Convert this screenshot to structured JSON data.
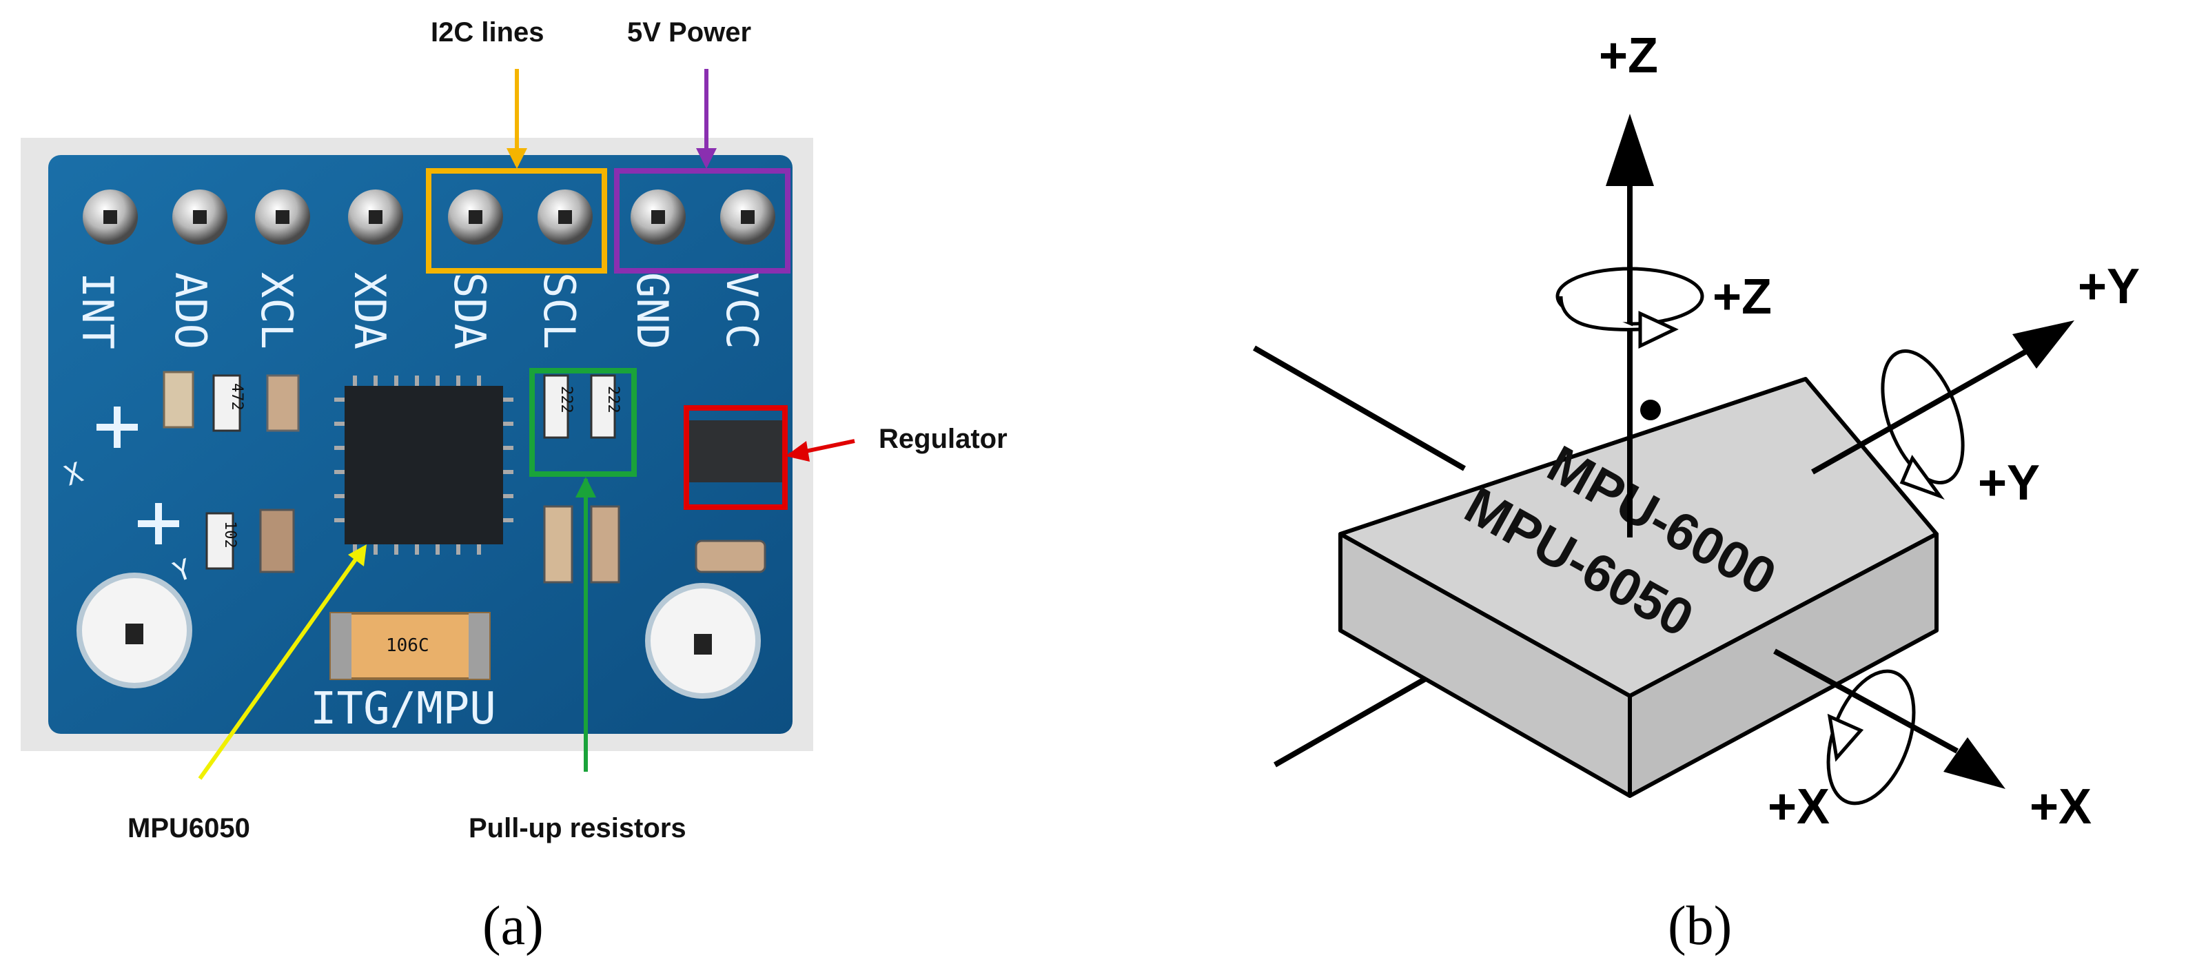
{
  "panel_a": {
    "caption": "(a)",
    "pins": [
      "INT",
      "ADO",
      "XCL",
      "XDA",
      "SDA",
      "SCL",
      "GND",
      "VCC"
    ],
    "board_marking": "ITG/MPU",
    "axis_marks": {
      "x": "X",
      "y": "Y"
    },
    "resistor_codes": {
      "r1": "472",
      "r2": "102",
      "r3": "222",
      "r4": "222"
    },
    "capacitor_code": "106C",
    "callouts": {
      "i2c": {
        "label": "I2C lines",
        "color": "#f5b400"
      },
      "power": {
        "label": "5V Power",
        "color": "#8a2fb0"
      },
      "regulator": {
        "label": "Regulator",
        "color": "#e00000"
      },
      "mpu": {
        "label": "MPU6050",
        "color": "#f0f000"
      },
      "pullup": {
        "label": "Pull-up resistors",
        "color": "#1aa33a"
      }
    }
  },
  "panel_b": {
    "caption": "(b)",
    "chip_lines": [
      "MPU-6000",
      "MPU-6050"
    ],
    "axes": {
      "z_linear": "+Z",
      "z_rotation": "+Z",
      "y_linear": "+Y",
      "y_rotation": "+Y",
      "x_linear": "+X",
      "x_rotation": "+X"
    }
  }
}
